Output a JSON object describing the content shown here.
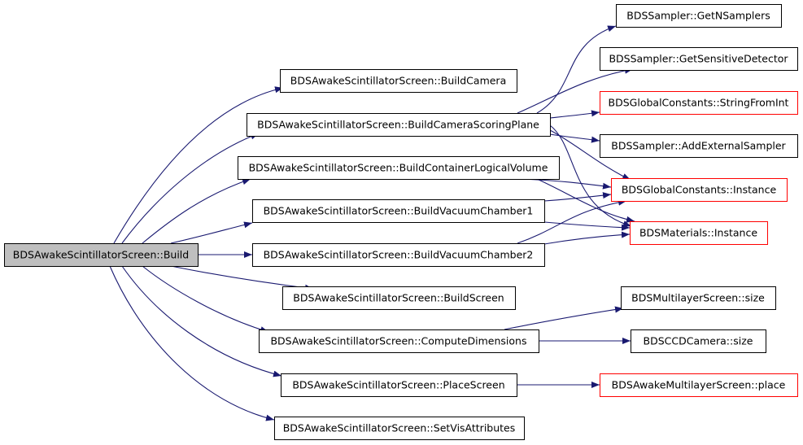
{
  "colors": {
    "edge": "#191970",
    "node_border": "#000000",
    "node_border_external": "#ff0000",
    "root_fill": "#bfbfbf",
    "node_fill": "#ffffff"
  },
  "graph": {
    "nodes": [
      {
        "id": "root",
        "label": "BDSAwakeScintillatorScreen::Build",
        "kind": "root"
      },
      {
        "id": "buildCamera",
        "label": "BDSAwakeScintillatorScreen::BuildCamera",
        "kind": "normal"
      },
      {
        "id": "buildCameraScoringPlane",
        "label": "BDSAwakeScintillatorScreen::BuildCameraScoringPlane",
        "kind": "normal"
      },
      {
        "id": "buildContainerLogicalVolume",
        "label": "BDSAwakeScintillatorScreen::BuildContainerLogicalVolume",
        "kind": "normal"
      },
      {
        "id": "buildVacuumChamber1",
        "label": "BDSAwakeScintillatorScreen::BuildVacuumChamber1",
        "kind": "normal"
      },
      {
        "id": "buildVacuumChamber2",
        "label": "BDSAwakeScintillatorScreen::BuildVacuumChamber2",
        "kind": "normal"
      },
      {
        "id": "buildScreen",
        "label": "BDSAwakeScintillatorScreen::BuildScreen",
        "kind": "normal"
      },
      {
        "id": "computeDimensions",
        "label": "BDSAwakeScintillatorScreen::ComputeDimensions",
        "kind": "normal"
      },
      {
        "id": "placeScreen",
        "label": "BDSAwakeScintillatorScreen::PlaceScreen",
        "kind": "normal"
      },
      {
        "id": "setVisAttributes",
        "label": "BDSAwakeScintillatorScreen::SetVisAttributes",
        "kind": "normal"
      },
      {
        "id": "getNSamplers",
        "label": "BDSSampler::GetNSamplers",
        "kind": "normal"
      },
      {
        "id": "getSensitiveDetector",
        "label": "BDSSampler::GetSensitiveDetector",
        "kind": "normal"
      },
      {
        "id": "stringFromInt",
        "label": "BDSGlobalConstants::StringFromInt",
        "kind": "external"
      },
      {
        "id": "addExternalSampler",
        "label": "BDSSampler::AddExternalSampler",
        "kind": "normal"
      },
      {
        "id": "globalInstance",
        "label": "BDSGlobalConstants::Instance",
        "kind": "external"
      },
      {
        "id": "materialsInstance",
        "label": "BDSMaterials::Instance",
        "kind": "external"
      },
      {
        "id": "multilayerSize",
        "label": "BDSMultilayerScreen::size",
        "kind": "normal"
      },
      {
        "id": "ccdSize",
        "label": "BDSCCDCamera::size",
        "kind": "normal"
      },
      {
        "id": "awakeMultilayerPlace",
        "label": "BDSAwakeMultilayerScreen::place",
        "kind": "external"
      }
    ],
    "edges": [
      {
        "from": "root",
        "to": "buildCamera"
      },
      {
        "from": "root",
        "to": "buildCameraScoringPlane"
      },
      {
        "from": "root",
        "to": "buildContainerLogicalVolume"
      },
      {
        "from": "root",
        "to": "buildVacuumChamber1"
      },
      {
        "from": "root",
        "to": "buildVacuumChamber2"
      },
      {
        "from": "root",
        "to": "buildScreen"
      },
      {
        "from": "root",
        "to": "computeDimensions"
      },
      {
        "from": "root",
        "to": "placeScreen"
      },
      {
        "from": "root",
        "to": "setVisAttributes"
      },
      {
        "from": "buildCameraScoringPlane",
        "to": "getNSamplers"
      },
      {
        "from": "buildCameraScoringPlane",
        "to": "getSensitiveDetector"
      },
      {
        "from": "buildCameraScoringPlane",
        "to": "stringFromInt"
      },
      {
        "from": "buildCameraScoringPlane",
        "to": "addExternalSampler"
      },
      {
        "from": "buildCameraScoringPlane",
        "to": "globalInstance"
      },
      {
        "from": "buildCameraScoringPlane",
        "to": "materialsInstance"
      },
      {
        "from": "buildContainerLogicalVolume",
        "to": "globalInstance"
      },
      {
        "from": "buildContainerLogicalVolume",
        "to": "materialsInstance"
      },
      {
        "from": "buildVacuumChamber1",
        "to": "globalInstance"
      },
      {
        "from": "buildVacuumChamber1",
        "to": "materialsInstance"
      },
      {
        "from": "buildVacuumChamber2",
        "to": "globalInstance"
      },
      {
        "from": "buildVacuumChamber2",
        "to": "materialsInstance"
      },
      {
        "from": "computeDimensions",
        "to": "multilayerSize"
      },
      {
        "from": "computeDimensions",
        "to": "ccdSize"
      },
      {
        "from": "placeScreen",
        "to": "awakeMultilayerPlace"
      }
    ]
  }
}
